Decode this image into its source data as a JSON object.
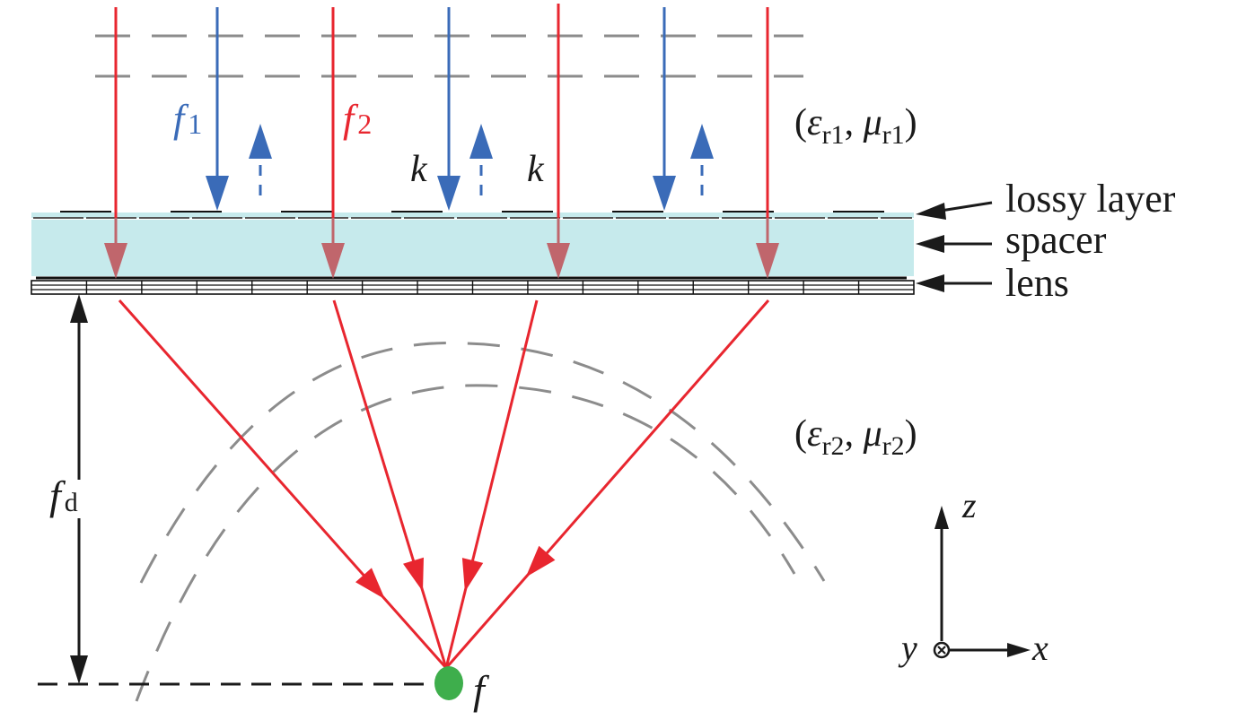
{
  "colors": {
    "red": "#e8262f",
    "red_faded": "#c0666c",
    "blue": "#3a6bb8",
    "gray_dash": "#8c8c8c",
    "spacer_fill": "#c6eaec",
    "black": "#1a1a1a",
    "focus_dot": "#3eae4c"
  },
  "labels": {
    "f1": {
      "main": "f",
      "sub": "1"
    },
    "f2": {
      "main": "f",
      "sub": "2"
    },
    "k_left": "k",
    "k_right": "k",
    "medium1": {
      "open": "(",
      "eps": "ε",
      "eps_sub": "r1",
      "sep": ", ",
      "mu": "μ",
      "mu_sub": "r1",
      "close": ")"
    },
    "medium2": {
      "open": "(",
      "eps": "ε",
      "eps_sub": "r2",
      "sep": ", ",
      "mu": "μ",
      "mu_sub": "r2",
      "close": ")"
    },
    "lossy_layer": "lossy layer",
    "spacer": "spacer",
    "lens": "lens",
    "fd": {
      "main": "f",
      "sub": "d"
    },
    "focus": "f",
    "axis_z": "z",
    "axis_x": "x",
    "axis_y": "y"
  },
  "rays": {
    "incident_red_count": 4,
    "incident_blue_count": 3,
    "reflected_blue_count": 3,
    "converging_red_count": 4
  },
  "lens": {
    "cell_count": 16
  }
}
